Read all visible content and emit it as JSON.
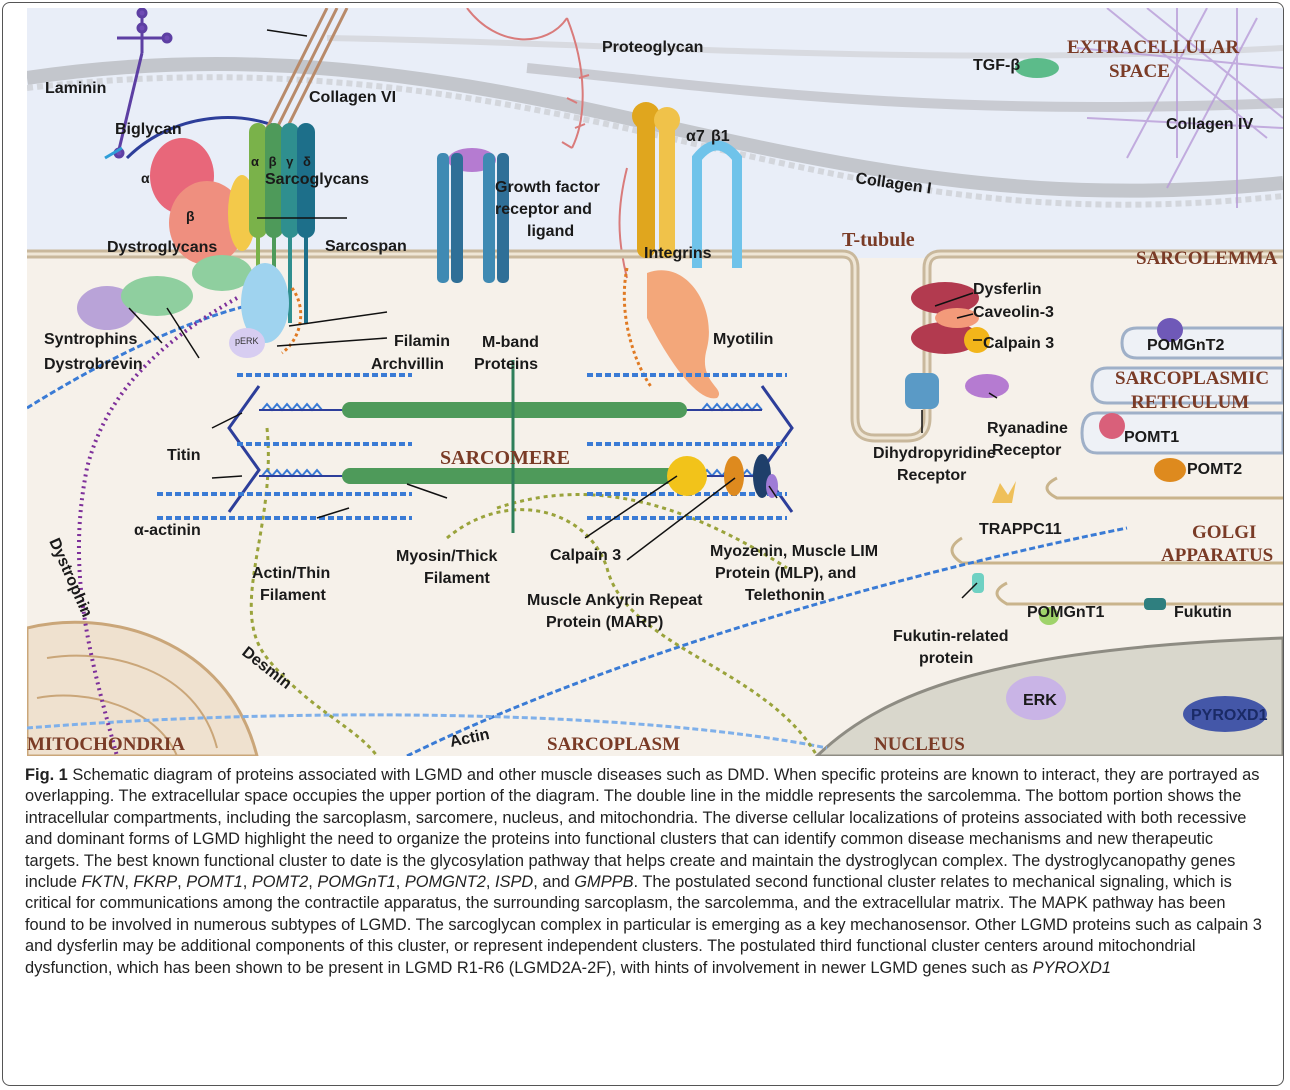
{
  "labels": {
    "laminin": "Laminin",
    "biglycan": "Biglycan",
    "collagen_vi": "Collagen VI",
    "proteoglycan": "Proteoglycan",
    "tgf_beta": "TGF-β",
    "collagen_iv": "Collagen IV",
    "collagen_i": "Collagen I",
    "alpha": "α",
    "beta": "β",
    "sg_letters": "α β γ δ",
    "sarcoglycans": "Sarcoglycans",
    "dystroglycans": "Dystroglycans",
    "sarcospan": "Sarcospan",
    "growth_factor": [
      "Growth factor",
      "receptor and",
      "ligand"
    ],
    "alpha7": "α7",
    "beta1": "β1",
    "integrins": "Integrins",
    "syntrophins": "Syntrophins",
    "dystrobrevin": "Dystrobrevin",
    "filamin": "Filamin",
    "archvillin": "Archvillin",
    "perk": "pERK",
    "mband": [
      "M-band",
      "Proteins"
    ],
    "myotilin": "Myotilin",
    "dysferlin": "Dysferlin",
    "caveolin": "Caveolin-3",
    "calpain3_membrane": "Calpain 3",
    "pomgnt2": "POMGnT2",
    "ryanodine": [
      "Ryanadine",
      "Receptor"
    ],
    "pomt1": "POMT1",
    "pomt2": "POMT2",
    "dhp": [
      "Dihydropyridine",
      "Receptor"
    ],
    "trappc11": "TRAPPC11",
    "titin": "Titin",
    "alpha_actinin": "α-actinin",
    "actin_thin": [
      "Actin/Thin",
      "Filament"
    ],
    "myosin_thick": [
      "Myosin/Thick",
      "Filament"
    ],
    "calpain3_sarc": "Calpain 3",
    "marp": [
      "Muscle Ankyrin Repeat",
      "Protein (MARP)"
    ],
    "myozenin": [
      "Myozenin, Muscle LIM",
      "Protein (MLP), and",
      "Telethonin"
    ],
    "pomgnt1": "POMGnT1",
    "fukutin": "Fukutin",
    "fkrp": [
      "Fukutin-related",
      "protein"
    ],
    "dystrophin": "Dystrophin",
    "desmin": "Desmin",
    "actin": "Actin",
    "erk": "ERK",
    "pyroxd1": "PYROXD1"
  },
  "compartments": {
    "extracellular": [
      "EXTRACELLULAR",
      "SPACE"
    ],
    "t_tubule": "T-tubule",
    "sarcolemma": "SARCOLEMMA",
    "sarcoplasmic": [
      "SARCOPLASMIC",
      "RETICULUM"
    ],
    "sarcomere": "SARCOMERE",
    "golgi": [
      "GOLGI",
      "APPARATUS"
    ],
    "mitochondria": "MITOCHONDRIA",
    "sarcoplasm": "SARCOPLASM",
    "nucleus": "NUCLEUS"
  },
  "caption": {
    "fig": "Fig. 1",
    "text": "Schematic diagram of proteins associated with LGMD and other muscle diseases such as DMD. When specific proteins are known to interact, they are portrayed as overlapping. The extracellular space occupies the upper portion of the diagram. The double line in the middle represents the sarcolemma. The bottom portion shows the intracellular compartments, including the sarcoplasm, sarcomere, nucleus, and mitochondria. The diverse cellular localizations of proteins associated with both recessive and dominant forms of LGMD highlight the need to organize the proteins into functional clusters that can identify common disease mechanisms and new therapeutic targets. The best known functional cluster to date is the glycosylation pathway that helps create and maintain the dystroglycan complex. The dystroglycanopathy genes include",
    "genes": [
      "FKTN",
      "FKRP",
      "POMT1",
      "POMT2",
      "POMGnT1",
      "POMGNT2",
      "ISPD",
      "GMPPB"
    ],
    "text2": "The postulated second functional cluster relates to mechanical signaling, which is critical for communications among the contractile apparatus, the surrounding sarcoplasm, the sarcolemma, and the extracellular matrix. The MAPK pathway has been found to be involved in numerous subtypes of LGMD. The sarcoglycan complex in particular is emerging as a key mechanosensor. Other LGMD proteins such as calpain 3 and dysferlin may be additional components of this cluster, or represent independent clusters. The postulated third functional cluster centers around mitochondrial dysfunction, which has been shown to be present in LGMD R1-R6 (LGMD2A-2F), with hints of involvement in newer LGMD genes such as",
    "last_gene": "PYROXD1"
  },
  "colors": {
    "extracellular_bg": "#e9eef8",
    "sarcoplasm_bg": "#f6f1ea",
    "membrane": "#c9b89c",
    "compartment_text": "#7a3b26",
    "actin_blue": "#3a7bd5",
    "myosin_green": "#4e9a5a",
    "dystrophin_purple": "#7d2f9a",
    "desmin_olive": "#9aa33b"
  }
}
